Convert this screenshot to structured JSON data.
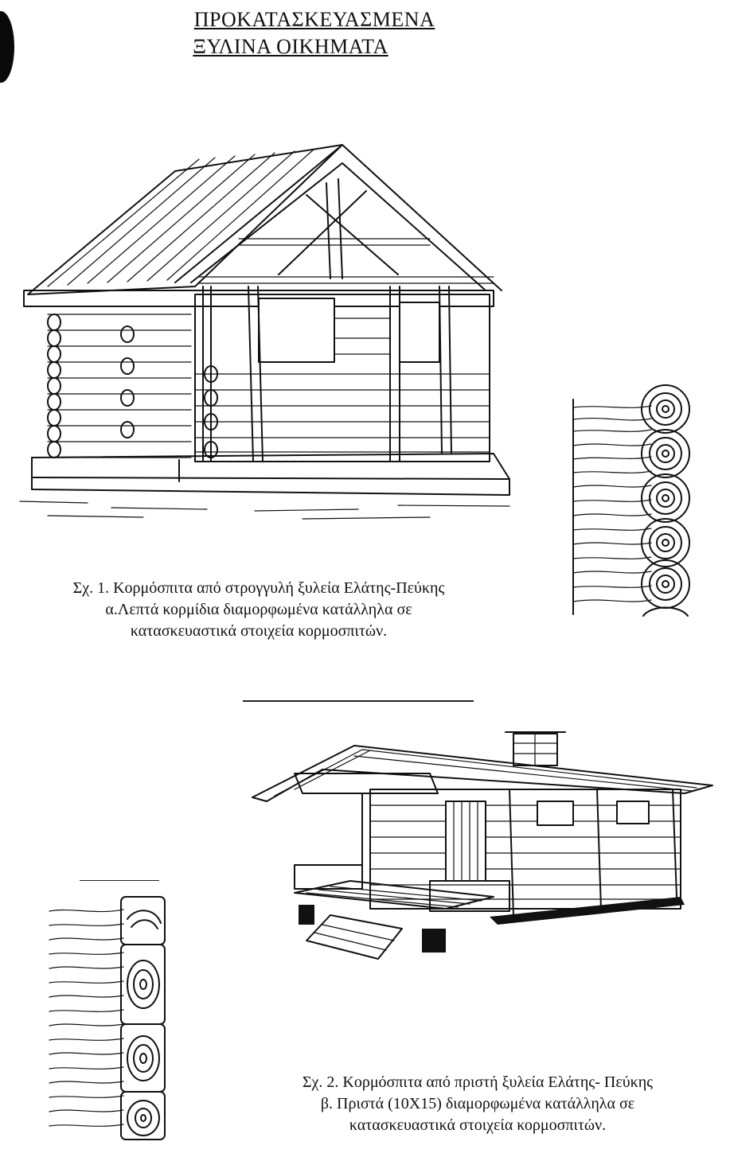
{
  "document": {
    "title_line1": "ΠΡΟΚΑΤΑΣΚΕΥΑΣΜΕΝΑ",
    "title_line2": "ΞΥΛΙΝΑ ΟΙΚΗΜΑΤΑ"
  },
  "figure1": {
    "caption_line1": "Σχ. 1. Κορμόσπιτα από στρογγυλή ξυλεία Ελάτης-Πεύκης",
    "caption_line2": "α.Λεπτά κορμίδια διαμορφωμένα κατάλληλα σε",
    "caption_line3": "κατασκευαστικά στοιχεία κορμοσπιτών."
  },
  "figure2": {
    "caption_line1": "Σχ. 2. Κορμόσπιτα από πριστή ξυλεία Ελάτης- Πεύκης",
    "caption_line2": "β. Πριστά (10Χ15) διαμορφωμένα κατάλληλα σε",
    "caption_line3": "κατασκευαστικά στοιχεία κορμοσπιτών."
  }
}
